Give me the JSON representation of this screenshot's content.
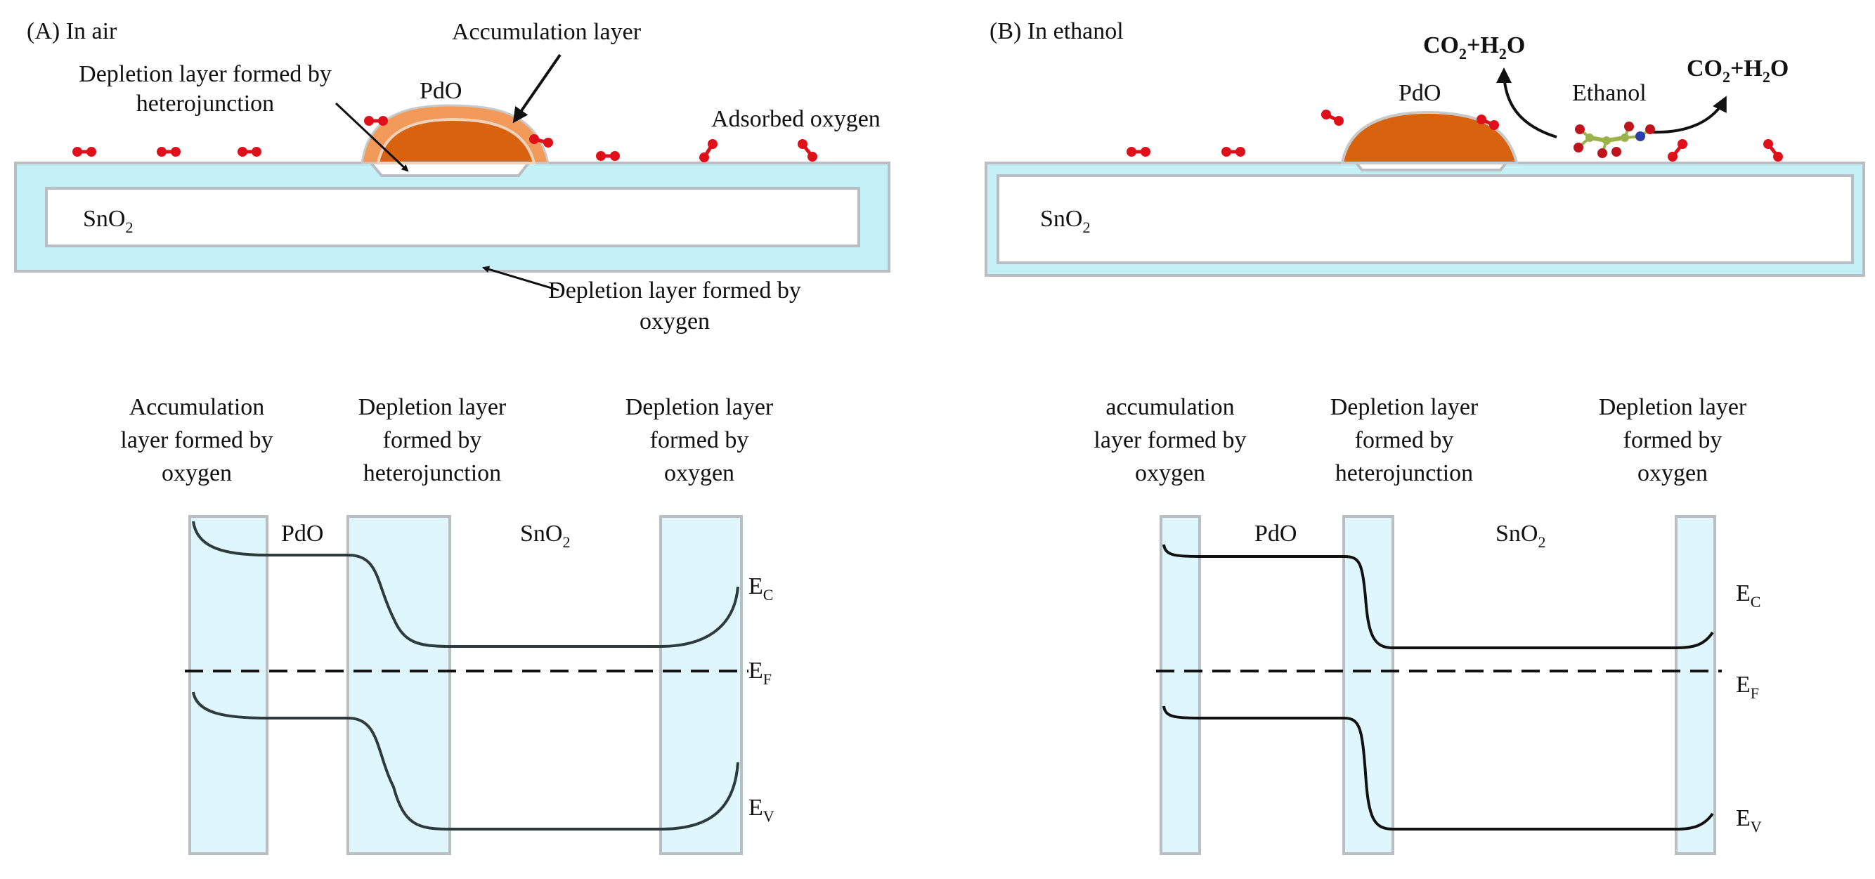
{
  "panel_a": {
    "title": "(A) In air",
    "accumulation_label": "Accumulation layer",
    "pdo_label": "PdO",
    "depletion_hetero_label": [
      "Depletion layer formed by",
      "heterojunction"
    ],
    "adsorbed_oxygen_label": "Adsorbed oxygen",
    "sno2_label": {
      "main": "SnO",
      "sub": "2"
    },
    "depletion_oxygen_label": [
      "Depletion layer formed by",
      "oxygen"
    ]
  },
  "panel_b": {
    "title": "(B) In ethanol",
    "co2_h2o": {
      "a": "CO",
      "a_sub": "2",
      "b": "+H",
      "b_sub": "2",
      "c": "O"
    },
    "pdo_label": "PdO",
    "ethanol_label": "Ethanol",
    "sno2_label": {
      "main": "SnO",
      "sub": "2"
    }
  },
  "band_a": {
    "region_labels": [
      [
        "Accumulation",
        "layer formed by",
        "oxygen"
      ],
      [
        "Depletion layer",
        "formed by",
        "heterojunction"
      ],
      [
        "Depletion layer",
        "formed by",
        "oxygen"
      ]
    ],
    "pdo_label": "PdO",
    "sno2_label": {
      "main": "SnO",
      "sub": "2"
    },
    "ec": {
      "main": "E",
      "sub": "C"
    },
    "ef": {
      "main": "E",
      "sub": "F"
    },
    "ev": {
      "main": "E",
      "sub": "V"
    }
  },
  "band_b": {
    "region_labels": [
      [
        "accumulation",
        "layer formed by",
        "oxygen"
      ],
      [
        "Depletion layer",
        "formed by",
        "heterojunction"
      ],
      [
        "Depletion layer",
        "formed by",
        "oxygen"
      ]
    ],
    "pdo_label": "PdO",
    "sno2_label": {
      "main": "SnO",
      "sub": "2"
    },
    "ec": {
      "main": "E",
      "sub": "C"
    },
    "ef": {
      "main": "E",
      "sub": "F"
    },
    "ev": {
      "main": "E",
      "sub": "V"
    }
  },
  "colors": {
    "depletion_fill": "#c4f0f8",
    "band_region_fill": "#dff7fc",
    "frame_gray": "#b8bec2",
    "pdo_core": "#d9620f",
    "pdo_shell": "#f29a5a",
    "oxygen_red": "#e0101a",
    "arrow": "#111111"
  }
}
